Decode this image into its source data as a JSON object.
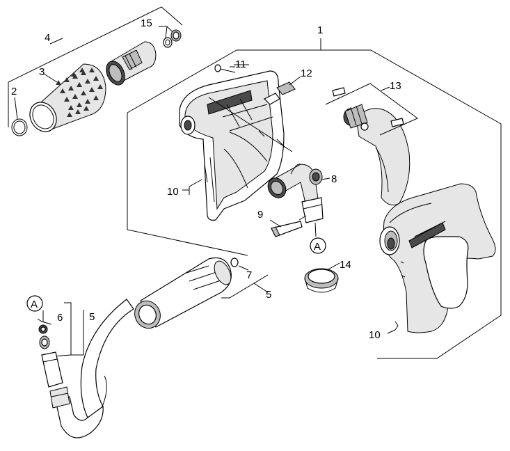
{
  "labels": {
    "l1": "1",
    "l2": "2",
    "l3": "3",
    "l4": "4",
    "l5a": "5",
    "l5b": "5",
    "l6": "6",
    "l7": "7",
    "l8": "8",
    "l9": "9",
    "l10a": "10",
    "l10b": "10",
    "l11": "11",
    "l12": "12",
    "l13": "13",
    "l14": "14",
    "l15": "15",
    "markerA1": "A",
    "markerA2": "A"
  },
  "colors": {
    "line": "#000000",
    "light_fill": "#e6e6e6",
    "mid_fill": "#bdbdbd",
    "dark_fill": "#4a4a4a"
  }
}
